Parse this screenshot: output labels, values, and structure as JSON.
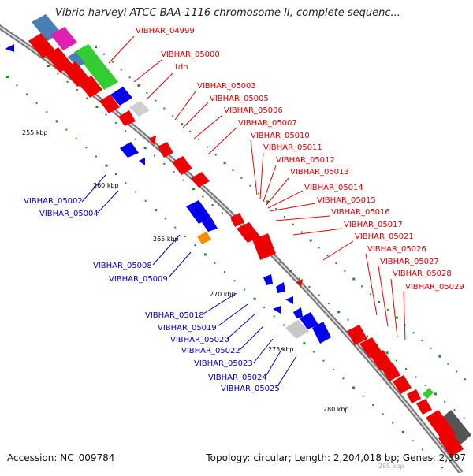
{
  "title": "Vibrio harveyi ATCC BAA-1116 chromosome II, complete sequenc...",
  "footer": {
    "accession": "Accession: NC_009784",
    "summary": "Topology: circular; Length: 2,204,018 bp; Genes: 2,397"
  },
  "colors": {
    "forward": "#ff0000",
    "reverse": "#0000ff",
    "backbone": "#888888",
    "tick": "#228822"
  },
  "kbp_labels": [
    "255 kbp",
    "260 kbp",
    "265 kbp",
    "270 kbp",
    "275 kbp",
    "280 kbp",
    "285 kbp"
  ],
  "forward_labels": [
    "VIBHAR_04999",
    "VIBHAR_05000",
    "tdh",
    "VIBHAR_05003",
    "VIBHAR_05005",
    "VIBHAR_05006",
    "VIBHAR_05007",
    "VIBHAR_05010",
    "VIBHAR_05011",
    "VIBHAR_05012",
    "VIBHAR_05013",
    "VIBHAR_05014",
    "VIBHAR_05015",
    "VIBHAR_05016",
    "VIBHAR_05017",
    "VIBHAR_05021",
    "VIBHAR_05026",
    "VIBHAR_05027",
    "VIBHAR_05028",
    "VIBHAR_05029"
  ],
  "reverse_labels": [
    "VIBHAR_05002",
    "VIBHAR_05004",
    "VIBHAR_05008",
    "VIBHAR_05009",
    "VIBHAR_05018",
    "VIBHAR_05019",
    "VIBHAR_05020",
    "VIBHAR_05022",
    "VIBHAR_05023",
    "VIBHAR_05024",
    "VIBHAR_05025"
  ]
}
